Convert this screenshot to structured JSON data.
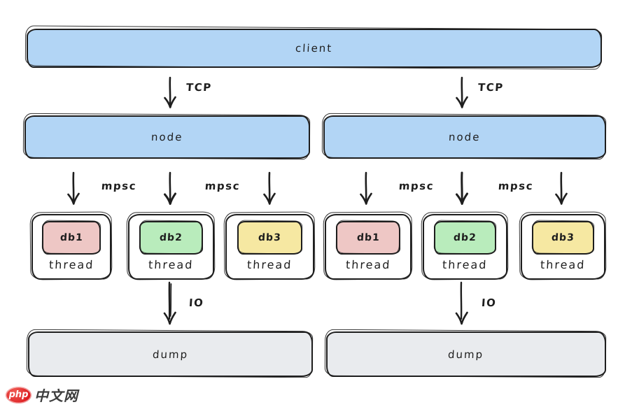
{
  "diagram": {
    "client_label": "client",
    "columns": [
      {
        "id": "left",
        "tcp_label": "TCP",
        "node_label": "node",
        "mpsc_labels": [
          "mpsc",
          "mpsc"
        ],
        "threads": [
          {
            "db_label": "db1",
            "thread_label": "thread"
          },
          {
            "db_label": "db2",
            "thread_label": "thread"
          },
          {
            "db_label": "db3",
            "thread_label": "thread"
          }
        ],
        "io_label": "IO",
        "dump_label": "dump"
      },
      {
        "id": "right",
        "tcp_label": "TCP",
        "node_label": "node",
        "mpsc_labels": [
          "mpsc",
          "mpsc"
        ],
        "threads": [
          {
            "db_label": "db1",
            "thread_label": "thread"
          },
          {
            "db_label": "db2",
            "thread_label": "thread"
          },
          {
            "db_label": "db3",
            "thread_label": "thread"
          }
        ],
        "io_label": "IO",
        "dump_label": "dump"
      }
    ]
  },
  "colors": {
    "node_fill": "#b2d5f5",
    "db1_fill": "#eec7c5",
    "db2_fill": "#b9ecbc",
    "db3_fill": "#f6e8a2",
    "dump_fill": "#e9ebee",
    "stroke": "#1e1e1e",
    "badge_red": "#dd1f23"
  },
  "watermark": {
    "badge_text": "php",
    "site_text": "中文网"
  }
}
